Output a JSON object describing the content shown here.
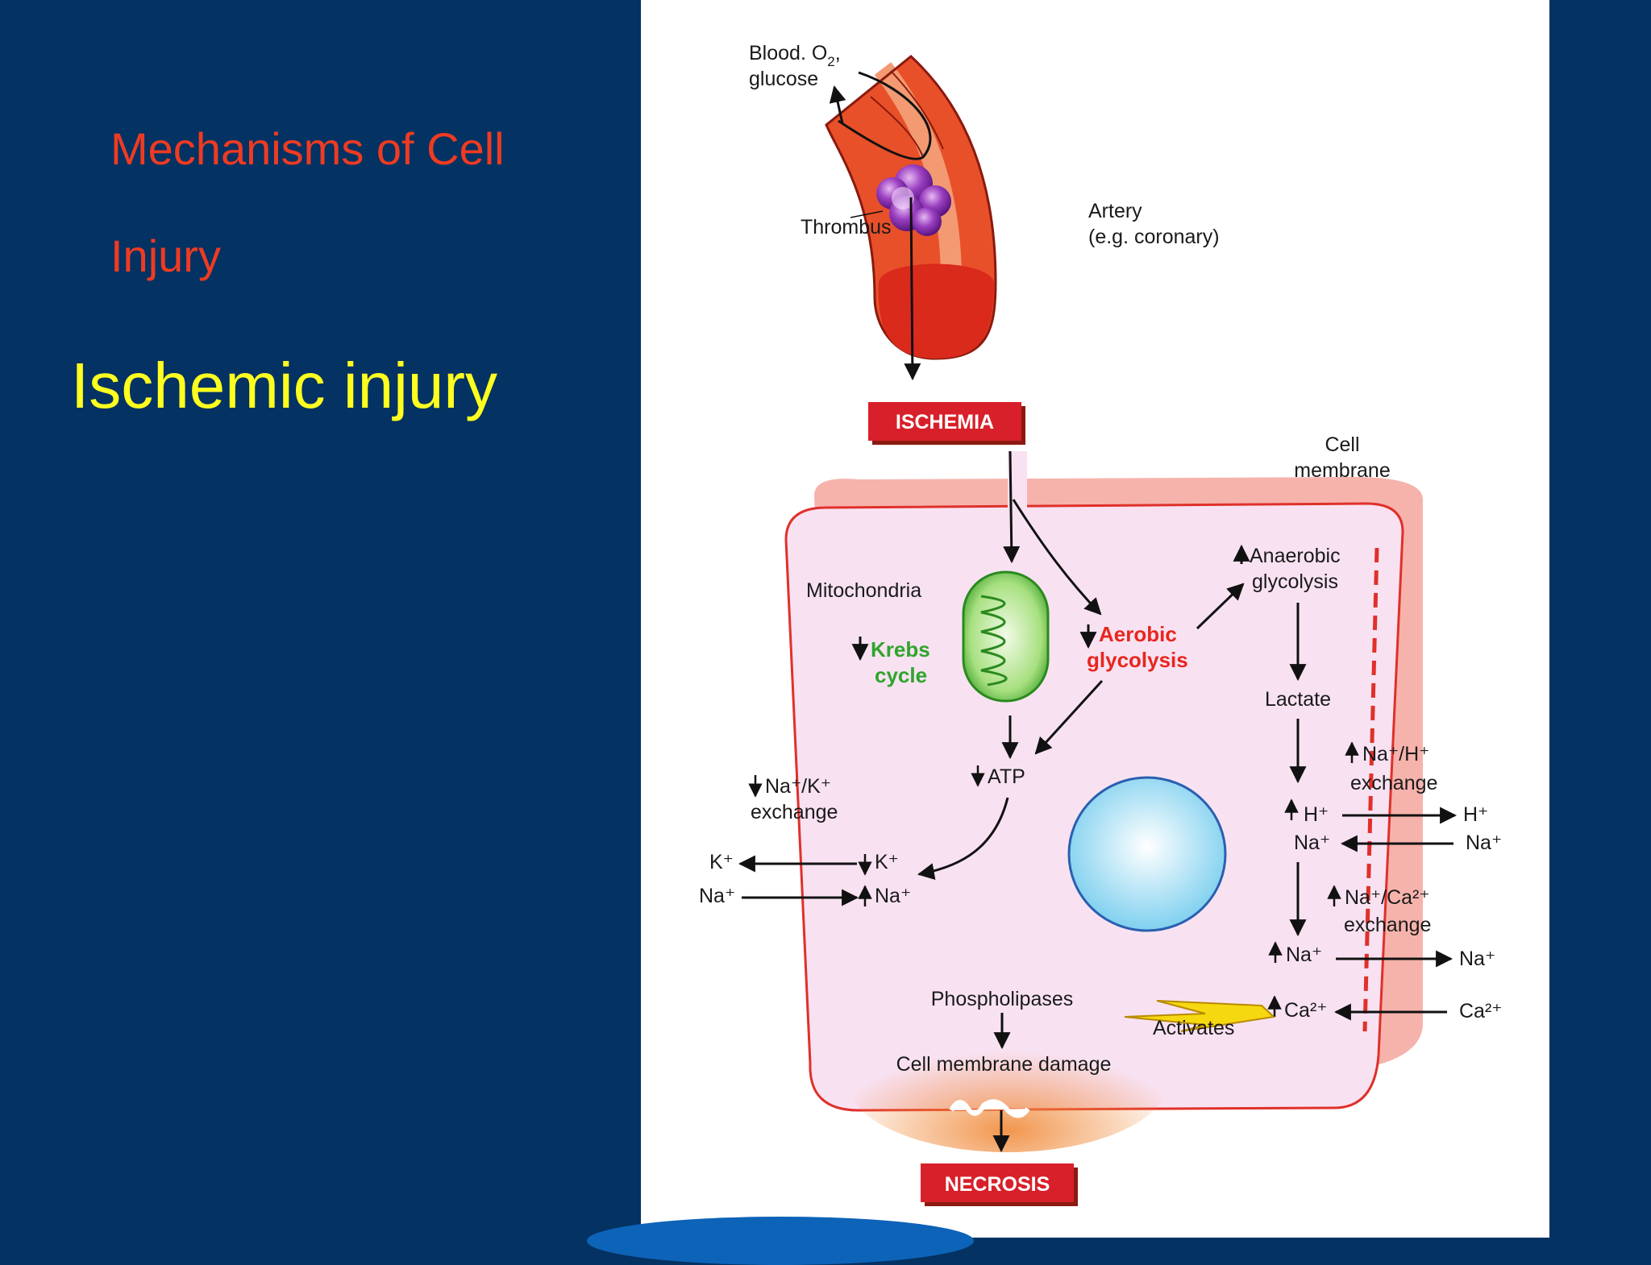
{
  "slide": {
    "title_line1": "Mechanisms of Cell",
    "title_line2": "Injury",
    "subtitle": "Ischemic injury"
  },
  "diagram": {
    "blood_line1": "Blood. O",
    "blood_o2_sub": "2",
    "blood_comma": ",",
    "blood_line2": "glucose",
    "thrombus": "Thrombus",
    "artery_line1": "Artery",
    "artery_line2": "(e.g. coronary)",
    "ischemia": "ISCHEMIA",
    "cell_membrane_line1": "Cell",
    "cell_membrane_line2": "membrane",
    "mitochondria": "Mitochondria",
    "krebs_line1": "Krebs",
    "krebs_line2": "cycle",
    "aerobic_line1": "Aerobic",
    "aerobic_line2": "glycolysis",
    "anaerobic_line1": "Anaerobic",
    "anaerobic_line2": "glycolysis",
    "lactate": "Lactate",
    "atp": "ATP",
    "nak_line1": "Na⁺/K⁺",
    "nak_line2": "exchange",
    "k_in": "K⁺",
    "k_out": "K⁺",
    "na_out_left": "Na⁺",
    "na_in_left": "Na⁺",
    "nah_line1": "Na⁺/H⁺",
    "nah_line2": "exchange",
    "h_in": "H⁺",
    "h_out": "H⁺",
    "na_in_r1": "Na⁺",
    "na_out_r1": "Na⁺",
    "naca_line1": "Na⁺/Ca²⁺",
    "naca_line2": "exchange",
    "na_in_r2": "Na⁺",
    "na_out_r2": "Na⁺",
    "ca_in": "Ca²⁺",
    "ca_out": "Ca²⁺",
    "phospholipases": "Phospholipases",
    "activates": "Activates",
    "membrane_damage": "Cell membrane damage",
    "necrosis": "NECROSIS"
  },
  "colors": {
    "background": "#033263",
    "title": "#ee3b22",
    "subtitle": "#ffff1f",
    "box_red": "#d8202a",
    "krebs_green": "#2fa52c",
    "aerobic_red": "#e8261e"
  }
}
